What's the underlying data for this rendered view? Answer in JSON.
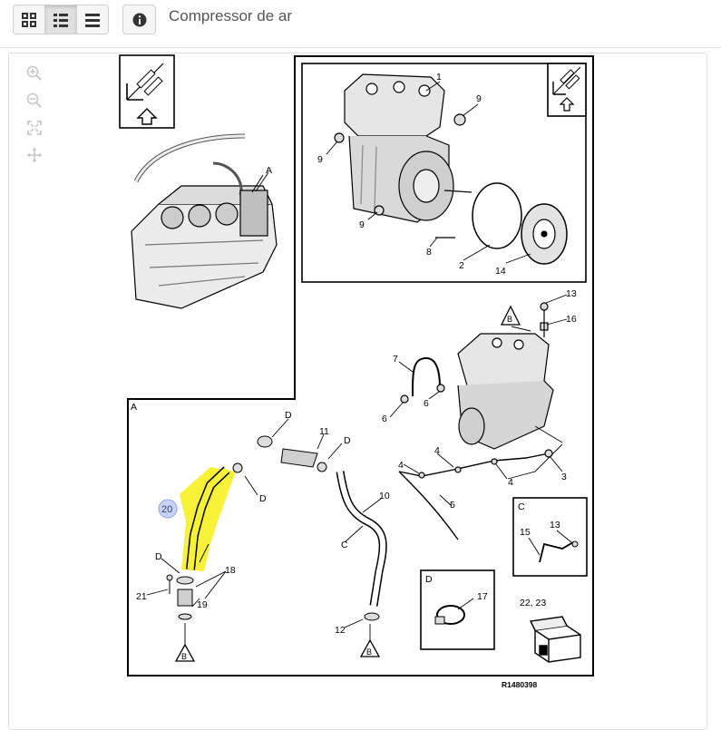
{
  "toolbar": {
    "view_buttons": [
      "grid-view",
      "list-view",
      "compact-list-view"
    ],
    "info_icon": "info-icon"
  },
  "page_title": "Compressor de ar",
  "zoom_controls": [
    "zoom-in-icon",
    "zoom-out-icon",
    "fit-screen-icon",
    "pan-icon"
  ],
  "diagram": {
    "callouts": {
      "n1": "1",
      "n2": "2",
      "n8": "8",
      "n9a": "9",
      "n9b": "9",
      "n9c": "9",
      "n14": "14",
      "n13a": "13",
      "n16": "16",
      "n7": "7",
      "n6a": "6",
      "n6b": "6",
      "n4a": "4",
      "n4b": "4",
      "n4c": "4",
      "n3": "3",
      "n5": "5",
      "n10": "10",
      "n11": "11",
      "n12": "12",
      "n17": "17",
      "n18": "18",
      "n19": "19",
      "n20": "20",
      "n21": "21",
      "n15": "15",
      "n13b": "13",
      "n2223": "22, 23"
    },
    "letters": {
      "A_top": "A",
      "A_box": "A",
      "B_top": "B",
      "B_left": "B",
      "B_mid": "B",
      "C_pipe": "C",
      "C_box": "C",
      "D_box": "D",
      "D1": "D",
      "D2": "D",
      "D3": "D",
      "D4": "D"
    },
    "reference": "R1480398",
    "highlight_color": "#f7f238"
  }
}
